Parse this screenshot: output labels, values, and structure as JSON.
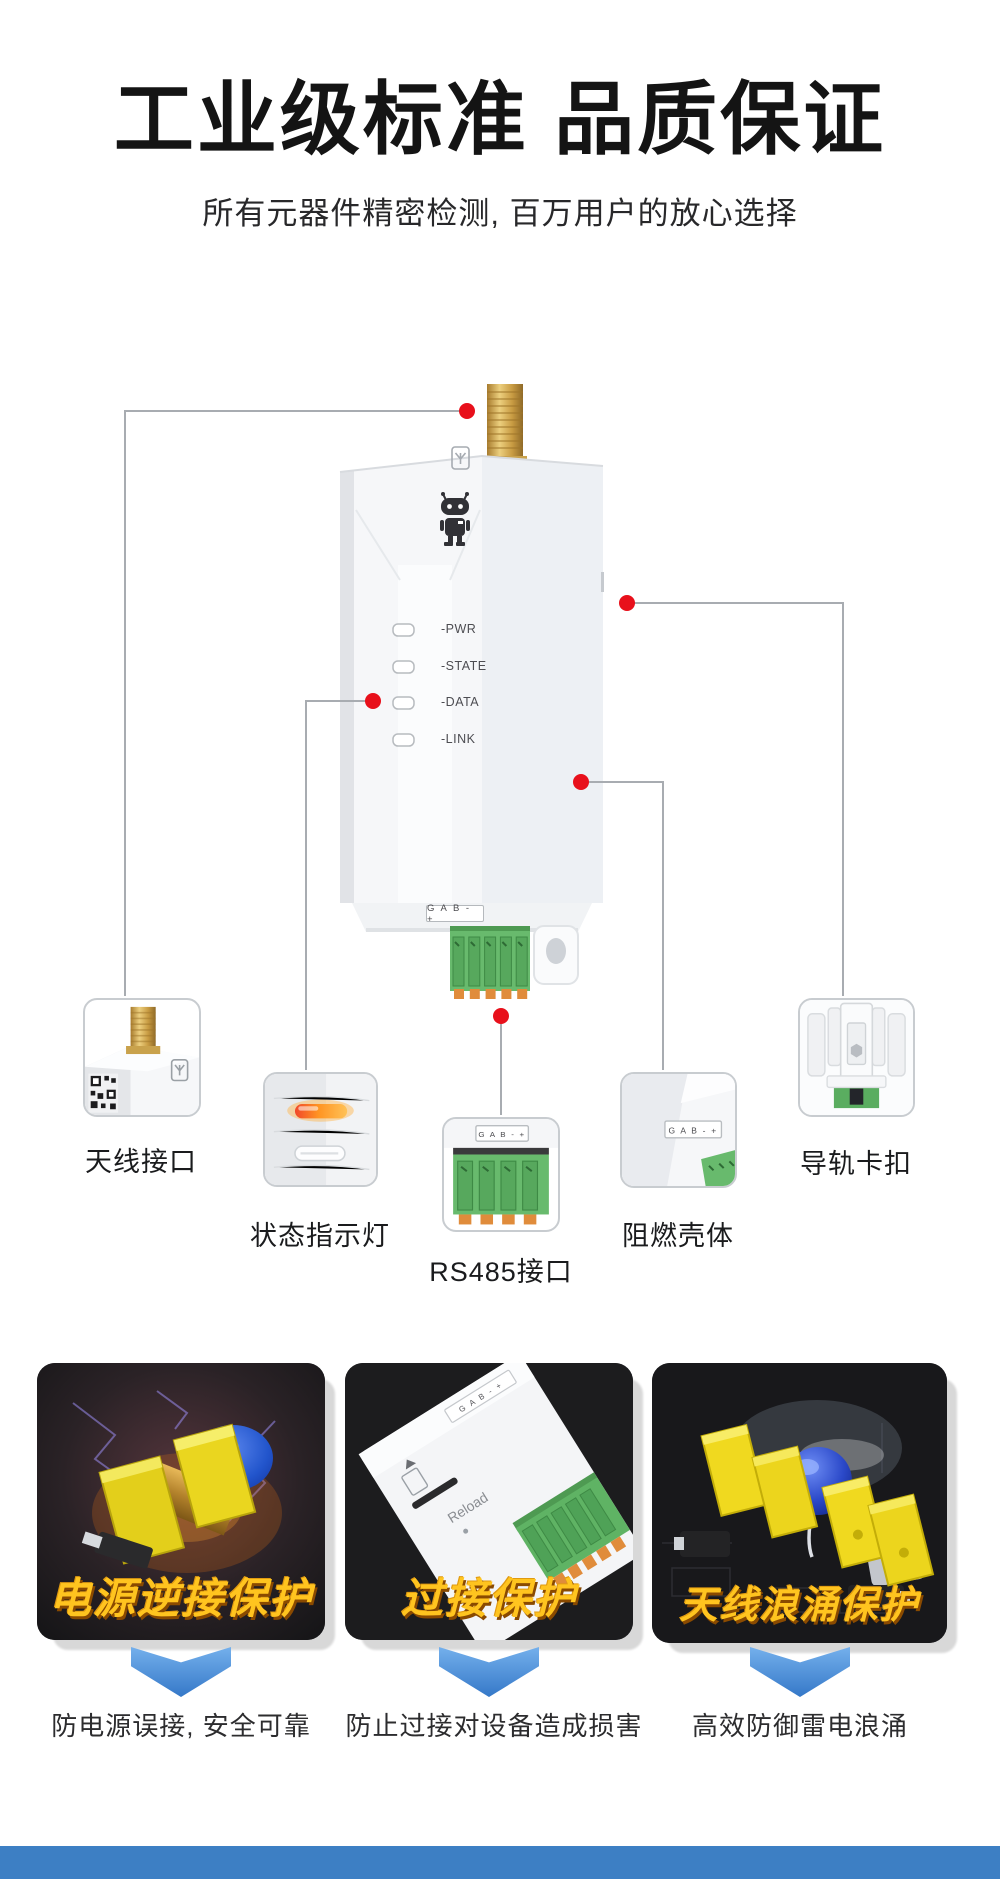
{
  "header": {
    "title": "工业级标准 品质保证",
    "subtitle": "所有元器件精密检测, 百万用户的放心选择"
  },
  "device": {
    "led_labels": [
      "-PWR",
      "-STATE",
      "-DATA",
      "-LINK"
    ],
    "terminal_label": "G A B - +"
  },
  "callouts": [
    {
      "label": "天线接口"
    },
    {
      "label": "状态指示灯"
    },
    {
      "label": "RS485接口"
    },
    {
      "label": "阻燃壳体"
    },
    {
      "label": "导轨卡扣"
    }
  ],
  "features": [
    {
      "title": "电源逆接保护",
      "caption": "防电源误接, 安全可靠"
    },
    {
      "title": "过接保护",
      "caption": "防止过接对设备造成损害",
      "device_text": "Reload"
    },
    {
      "title": "天线浪涌保护",
      "caption": "高效防御雷电浪涌"
    }
  ],
  "colors": {
    "accent_red": "#e8101b",
    "callout_line_gray": "#a8acb1",
    "arrow_blue": "#3f86d2",
    "footer_blue": "#3d7fc4",
    "card_title_gold": "#ffc41f",
    "terminal_green": "#68ba6d"
  }
}
